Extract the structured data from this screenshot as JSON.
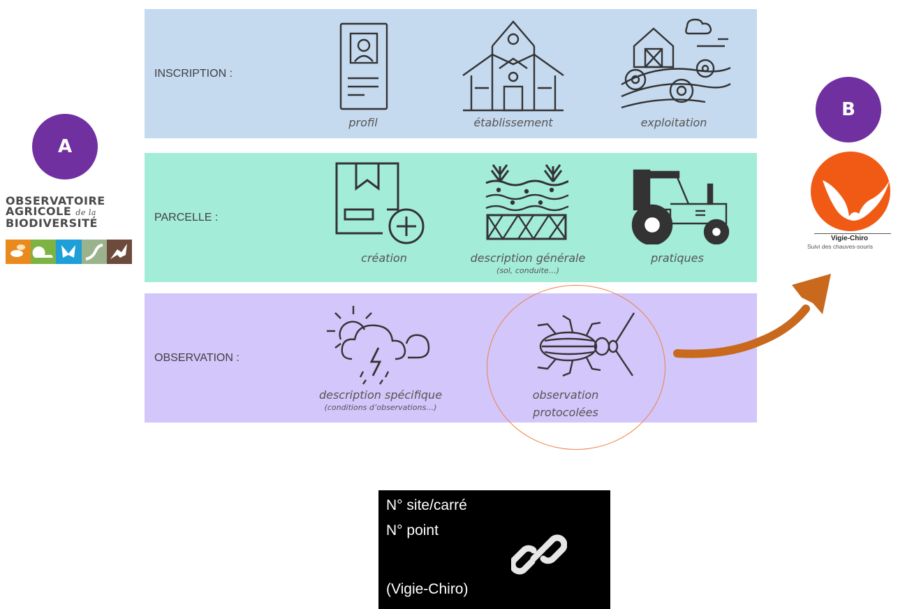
{
  "rows": [
    {
      "label": "INSCRIPTION :",
      "color": "#c5d9ef",
      "items": [
        {
          "icon": "profile-document-icon",
          "caption": "profil"
        },
        {
          "icon": "school-building-icon",
          "caption": "établissement"
        },
        {
          "icon": "farm-barn-icon",
          "caption": "exploitation"
        }
      ]
    },
    {
      "label": "PARCELLE :",
      "color": "#a3ecd8",
      "items": [
        {
          "icon": "box-add-icon",
          "caption": "création"
        },
        {
          "icon": "soil-layers-icon",
          "caption": "description générale",
          "subcaption": "(sol, conduite…)"
        },
        {
          "icon": "tractor-icon",
          "caption": "pratiques"
        }
      ]
    },
    {
      "label": "OBSERVATION :",
      "color": "#d2c6fa",
      "items": [
        {
          "icon": "weather-storm-icon",
          "caption": "description spécifique",
          "subcaption": "(conditions d’observations…)"
        },
        {
          "icon": "beetle-icon",
          "caption": "observation",
          "caption2": "protocolées"
        }
      ]
    }
  ],
  "badges": {
    "a": "A",
    "b": "B",
    "color": "#7030a0"
  },
  "oab_logo": {
    "line1": "OBSERVATOIRE",
    "line2": "AGRICOLE",
    "line2_small": "de la",
    "line3": "BIODIVERSITÉ"
  },
  "vigie_chiro": {
    "name": "Vigie-Chiro",
    "tagline": "Suivi des chauves-souris",
    "color": "#f05a14"
  },
  "arrow_color": "#c8691e",
  "highlight_circle_color": "#f08040",
  "link_box": {
    "line1": "N° site/carré",
    "line2": "N° point",
    "line3": "(Vigie-Chiro)",
    "icon": "chain-link-icon"
  }
}
